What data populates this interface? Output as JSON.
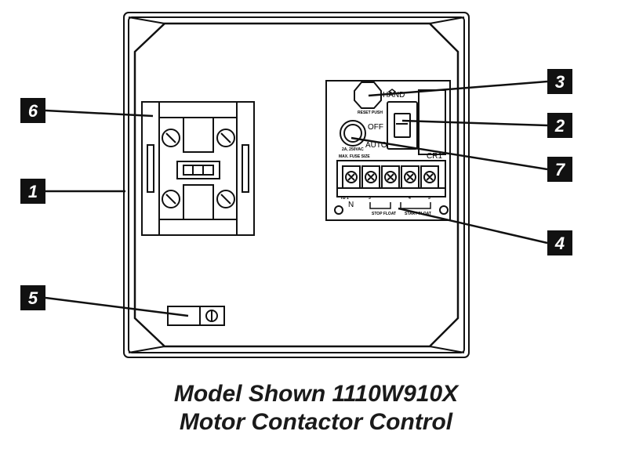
{
  "caption": {
    "line1": "Model Shown 1110W910X",
    "line2": "Motor Contactor Control"
  },
  "callouts": [
    {
      "id": "1",
      "part": "enclosure"
    },
    {
      "id": "2",
      "part": "hand-off-auto-switch"
    },
    {
      "id": "3",
      "part": "reset-button"
    },
    {
      "id": "4",
      "part": "terminal-block"
    },
    {
      "id": "5",
      "part": "ground-lug"
    },
    {
      "id": "6",
      "part": "motor-contactor"
    },
    {
      "id": "7",
      "part": "fuse-holder"
    }
  ],
  "panel_labels": {
    "reset": "RESET PUSH",
    "hand": "HAND",
    "off": "OFF",
    "auto": "AUTO",
    "fuse": "2A, 250VAC",
    "fuse_note": "MAX. FUSE SIZE",
    "cr1": "CR1",
    "n": "N",
    "terminal_nums": [
      "TB 1",
      "3",
      "4",
      "5"
    ],
    "stop": "STOP FLOAT",
    "start": "START FLOAT"
  },
  "colors": {
    "line": "#111111",
    "callout_bg": "#111111",
    "callout_text": "#ffffff"
  }
}
